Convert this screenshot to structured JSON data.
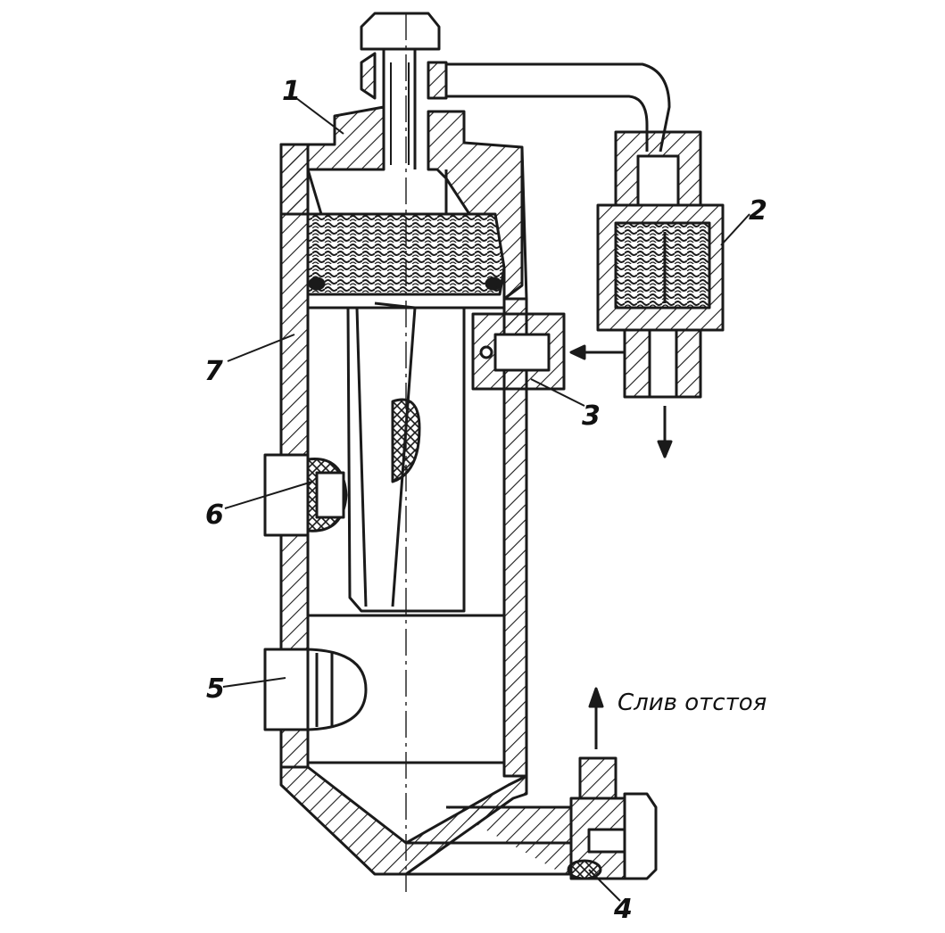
{
  "labels": {
    "l1": "1",
    "l2": "2",
    "l3": "3",
    "l4": "4",
    "l5": "5",
    "l6": "6",
    "l7": "7"
  },
  "caption": "Слив отстоя",
  "colors": {
    "ink": "#1a1a1a",
    "paper": "#ffffff"
  }
}
